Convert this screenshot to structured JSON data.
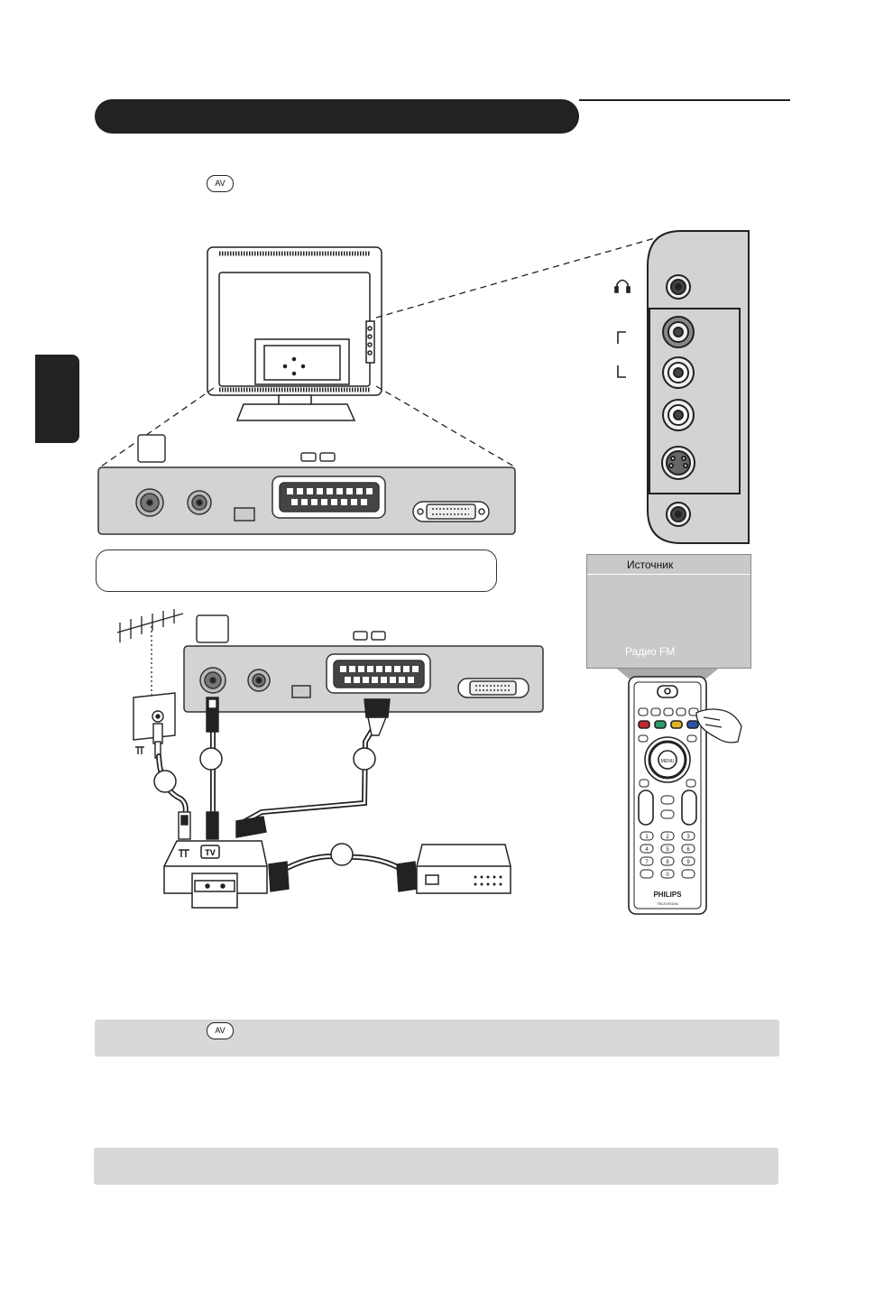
{
  "header": {
    "title_bar_color": "#222222"
  },
  "buttons": {
    "av_label_top": "AV",
    "av_label_bottom": "AV"
  },
  "side_panel": {
    "headphone_icon": "headphone-icon",
    "bracket_icons": [
      "bracket-top-icon",
      "bracket-bottom-icon"
    ]
  },
  "source_menu": {
    "title": "Источник",
    "item": "Радио FM"
  },
  "remote": {
    "brand": "PHILIPS",
    "subbrand": "TELEVISION",
    "keypad": [
      "1",
      "2",
      "3",
      "4",
      "5",
      "6",
      "7",
      "8",
      "9",
      "",
      "0",
      ""
    ],
    "color_keys": [
      "#c0282d",
      "#2a9d6a",
      "#e2b623",
      "#2a54a8"
    ]
  },
  "decoder": {
    "tv_label": "TV"
  },
  "colors": {
    "gray_bar": "#d8d8d8",
    "menu_bg": "#c9c9c9",
    "panel_bg": "#d3d3d3"
  }
}
